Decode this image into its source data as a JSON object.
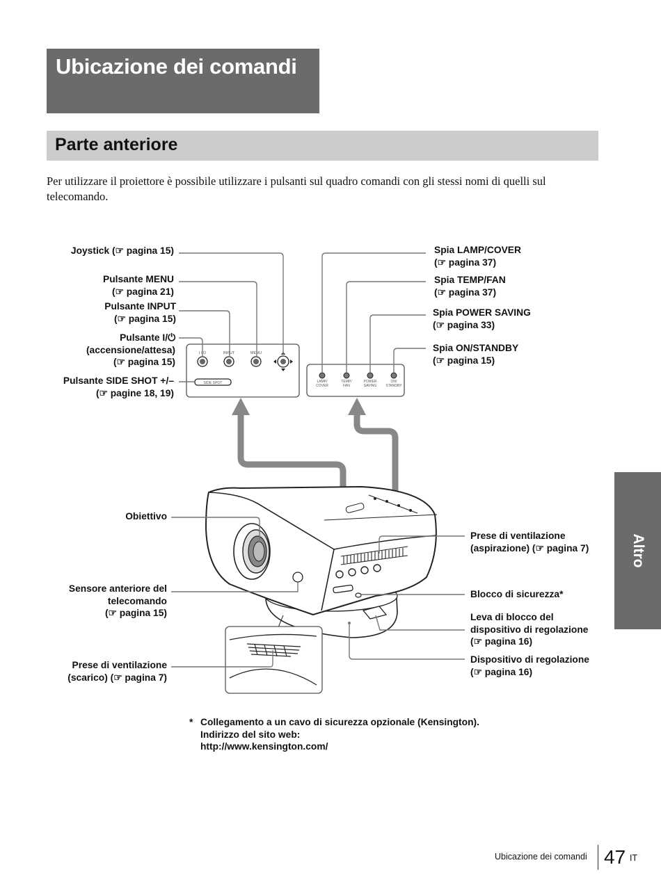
{
  "header": {
    "title": "Ubicazione dei comandi"
  },
  "section": {
    "title": "Parte anteriore"
  },
  "intro": "Per utilizzare il proiettore è possibile utilizzare i pulsanti sul quadro comandi con gli stessi nomi di quelli sul telecomando.",
  "side_tab": "Altro",
  "labels_left": {
    "joystick": "Joystick (☞ pagina 15)",
    "menu": [
      "Pulsante MENU",
      "(☞ pagina 21)"
    ],
    "input": [
      "Pulsante INPUT",
      "(☞ pagina 15)"
    ],
    "power": [
      "Pulsante I/⏻",
      "(accensione/attesa)",
      "(☞ pagina 15)"
    ],
    "sideshot": [
      "Pulsante SIDE SHOT +/–",
      "(☞ pagine 18, 19)"
    ],
    "lens": "Obiettivo",
    "sensor": [
      "Sensore anteriore del",
      "telecomando",
      "(☞ pagina 15)"
    ],
    "exhaust": [
      "Prese di ventilazione",
      "(scarico) (☞ pagina 7)"
    ]
  },
  "labels_right": {
    "lamp": [
      "Spia LAMP/COVER",
      "(☞ pagina 37)"
    ],
    "temp": [
      "Spia TEMP/FAN",
      "(☞ pagina 37)"
    ],
    "powersaving": [
      "Spia POWER SAVING",
      "(☞ pagina 33)"
    ],
    "onstandby": [
      "Spia ON/STANDBY",
      "(☞ pagina 15)"
    ],
    "intake": [
      "Prese di ventilazione",
      "(aspirazione) (☞ pagina 7)"
    ],
    "security": "Blocco di sicurezza*",
    "lever": [
      "Leva di blocco del",
      "dispositivo di regolazione",
      "(☞ pagina 16)"
    ],
    "adjuster": [
      "Dispositivo di regolazione",
      "(☞ pagina 16)"
    ]
  },
  "panel_left": {
    "b1": "I / ⏻",
    "b2": "INPUT",
    "b3": "MENU",
    "slider": "SIDE SHOT"
  },
  "panel_right": {
    "l1": [
      "LAMP/",
      "COVER"
    ],
    "l2": [
      "TEMP/",
      "FAN"
    ],
    "l3": [
      "POWER",
      "SAVING"
    ],
    "l4": [
      "ON/",
      "STANDBY"
    ]
  },
  "footnote": {
    "marker": "*",
    "lines": [
      "Collegamento a un cavo di sicurezza opzionale (Kensington).",
      "Indirizzo del sito web:",
      "http://www.kensington.com/"
    ]
  },
  "footer": {
    "section": "Ubicazione dei comandi",
    "page": "47",
    "lang": "IT"
  }
}
